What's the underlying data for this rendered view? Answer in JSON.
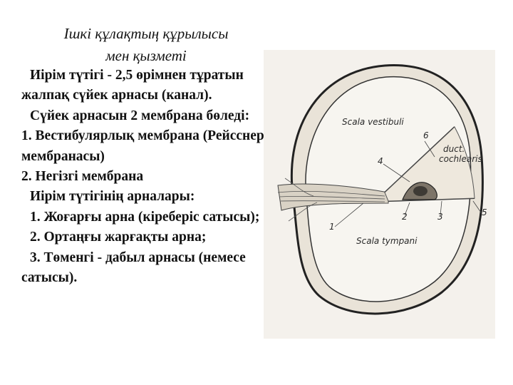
{
  "slide": {
    "title_line1": "Ішкі құлақтың құрылысы",
    "title_line2": "мен қызметі",
    "paragraphs": [
      "Иірім түтігі - 2,5 өрімнен тұратын жалпақ сүйек арнасы (канал).",
      "Сүйек арнасын 2 мембрана бөледі:",
      "1. Вестибулярлық мембрана (Рейсснер мембранасы)",
      "2. Негізгі мембрана",
      "Иірім түтігінің арналары:",
      "1. Жоғарғы арна (кіреберіс сатысы);",
      "2. Ортаңғы жарғақты арна;",
      "3. Төменгі - дабыл арнасы (немесе сатысы)."
    ]
  },
  "figure": {
    "labels": {
      "scala_vestibuli": "Scala vestibuli",
      "duct_line1": "duct.",
      "duct_line2": "cochlearis",
      "scala_tympani": "Scala tympani",
      "n1": "1",
      "n2": "2",
      "n3": "3",
      "n4": "4",
      "n5": "5",
      "n6": "6"
    }
  }
}
